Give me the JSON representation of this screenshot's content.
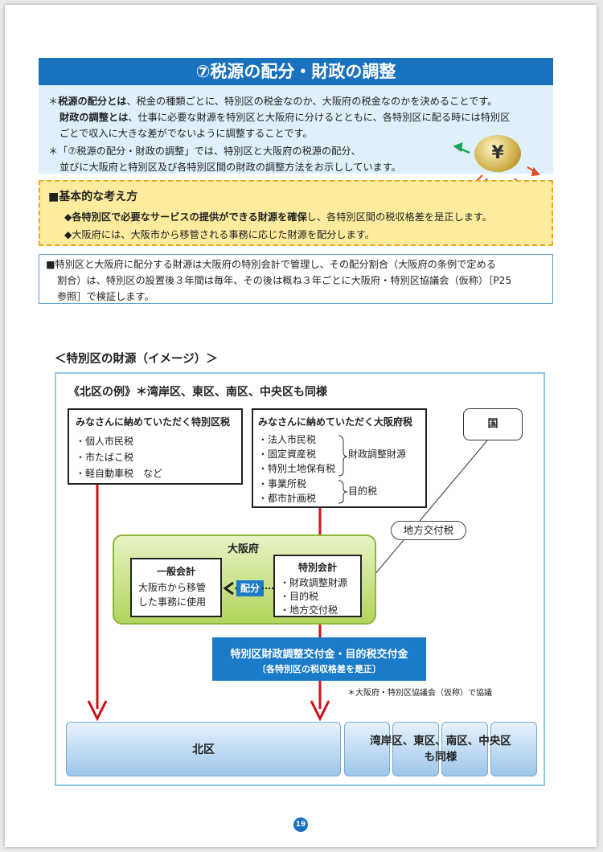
{
  "section": {
    "title": "⑦税源の配分・財政の調整"
  },
  "intro": {
    "p1_bold": "税源の配分とは",
    "p1_rest": "、税金の種類ごとに、特別区の税金なのか、大阪府の税金なのかを決めることです。",
    "p2_bold": "財政の調整とは",
    "p2_rest": "、仕事に必要な財源を特別区と大阪府に分けるとともに、各特別区に配る時には特別区",
    "p3": "ごとで収入に大きな差がでないように調整することです。",
    "p4": "「⑦税源の配分・財政の調整」では、特別区と大阪府の税源の配分、",
    "p5": "並びに大阪府と特別区及び各特別区間の財政の調整方法をお示ししています。"
  },
  "basic": {
    "heading": "■基本的な考え方",
    "b1_bold": "◆各特別区で必要なサービスの提供ができる財源を確保",
    "b1_rest": "し、各特別区間の税収格差を是正します。",
    "b2": "◆大阪府には、大阪市から移管される事務に応じた財源を配分します。"
  },
  "note": {
    "line1": "■特別区と大阪府に配分する財源は大阪府の特別会計で管理し、その配分割合（大阪府の条例で定める",
    "line2": "割合）は、特別区の設置後３年間は毎年、その後は概ね３年ごとに大阪府・特別区協議会（仮称）［P25",
    "line3": "参照］で検証します。"
  },
  "subtitle": "＜特別区の財源（イメージ）＞",
  "diagram": {
    "title": "《北区の例》＊湾岸区、東区、南区、中央区も同様",
    "tokubetsu_box": {
      "title": "みなさんに納めていただく特別区税",
      "items": [
        "・個人市民税",
        "・市たばこ税",
        "・軽自動車税　など"
      ]
    },
    "fu_box": {
      "title": "みなさんに納めていただく大阪府税",
      "items": [
        "・法人市民税",
        "・固定資産税",
        "・特別土地保有税",
        "・事業所税",
        "・都市計画税"
      ],
      "group1": "財政調整財源",
      "group2": "目的税"
    },
    "kuni": "国",
    "chihou_kofu": "地方交付税",
    "osaka": {
      "title": "大阪府",
      "general": {
        "title": "一般会計",
        "line1": "大阪市から移管",
        "line2": "した事務に使用"
      },
      "haibun": "配分",
      "special": {
        "title": "特別会計",
        "items": [
          "・財政調整財源",
          "・目的税",
          "・地方交付税"
        ]
      }
    },
    "grant": {
      "line1": "特別区財政調整交付金・目的税交付金",
      "line2": "〔各特別区の税収格差を是正〕"
    },
    "footnote": "＊大阪府・特別区協議会（仮称）で協議",
    "kita": "北区",
    "others_line1": "湾岸区、東区、南区、中央区",
    "others_line2": "も同様"
  },
  "icon": {
    "yen": "¥"
  },
  "page_number": "19",
  "colors": {
    "title_blue": "#1a72bf",
    "arrow_red": "#d0101a",
    "osaka_green": "#8ab83a",
    "basic_yellow": "#fdec9d"
  }
}
